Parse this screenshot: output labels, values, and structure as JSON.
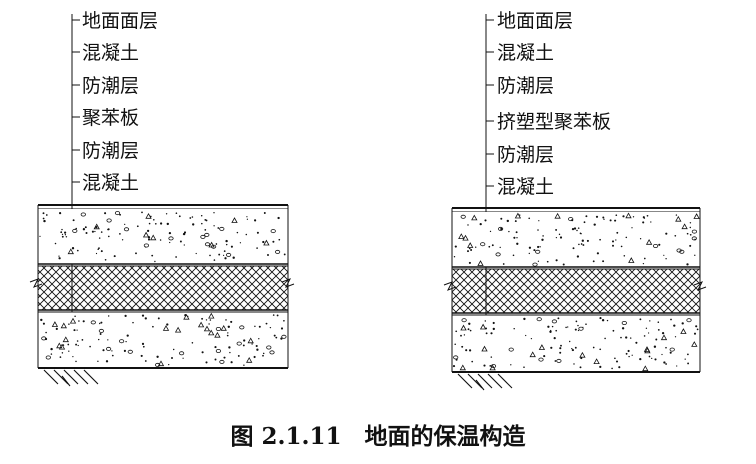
{
  "diagram_left": {
    "labels": [
      "地面面层",
      "混凝土",
      "防潮层",
      "聚苯板",
      "防潮层",
      "混凝土"
    ]
  },
  "diagram_right": {
    "labels": [
      "地面面层",
      "混凝土",
      "防潮层",
      "挤塑型聚苯板",
      "防潮层",
      "混凝土"
    ]
  },
  "caption": "图 2.1.11　地面的保温构造",
  "colors": {
    "ink": "#111111",
    "paper": "#ffffff"
  }
}
